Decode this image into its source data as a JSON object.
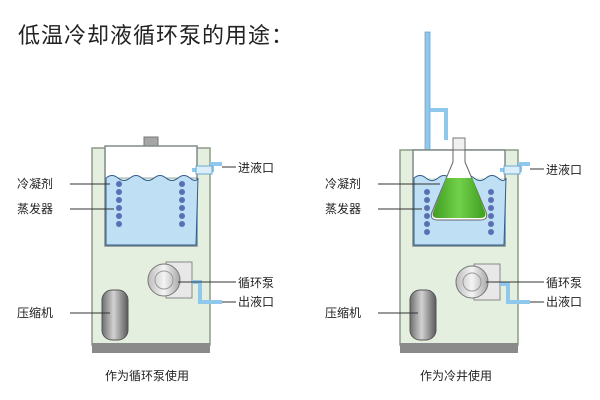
{
  "title": "低温冷却液循环泵的用途：",
  "labels": {
    "inlet": "进液口",
    "condenser": "冷凝剂",
    "evaporator": "蒸发器",
    "pump": "循环泵",
    "outlet": "出液口",
    "compressor": "压缩机"
  },
  "captions": {
    "left": "作为循环泵使用",
    "right": "作为冷井使用"
  },
  "colors": {
    "housing": "#e4efe0",
    "housing_border": "#8d9a88",
    "water": "#bfdff5",
    "flask_liquid": "#5ec03b",
    "coil_dot": "#5b6fb5",
    "base": "#8a8a8a",
    "pipe": "#8ec8ec"
  }
}
